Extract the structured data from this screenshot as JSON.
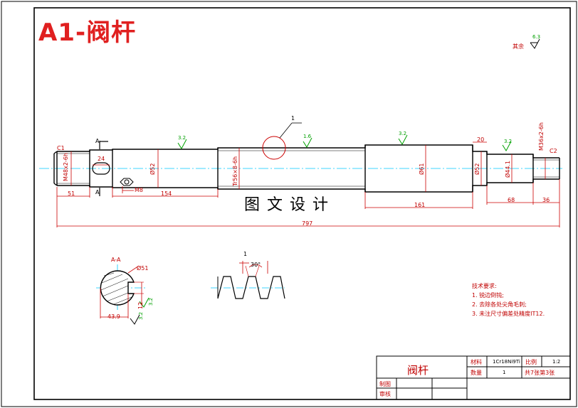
{
  "drawing": {
    "title": "A1-阀杆",
    "watermark": "图文设计",
    "surface_finish_top_right": {
      "label": "其余",
      "value": "6.3"
    },
    "colors": {
      "outline": "#000000",
      "centerline": "#00c8ff",
      "dimension": "#cc0000",
      "annotation": "#00a000",
      "title": "#e02020"
    }
  },
  "annotations": {
    "roughness_marks": [
      "3.2",
      "1.6",
      "3.2",
      "3.2"
    ],
    "leader_label": "1",
    "diameters": [
      "M48x2-6h",
      "Ø52",
      "Tr56×8-6h",
      "Ø61",
      "Ø52",
      "Ø44.1",
      "M36x2-6h"
    ],
    "chamfers": [
      "C1",
      "C2"
    ],
    "section_markers": [
      "A",
      "A"
    ],
    "thread_hole": "M8",
    "dimensions": [
      "24",
      "51",
      "154",
      "161",
      "20",
      "68",
      "36",
      "797"
    ]
  },
  "section_view": {
    "title": "A-A",
    "dims": [
      "Ø51",
      "43.9",
      "12",
      "3.2"
    ],
    "roughness": "3.2"
  },
  "thread_detail": {
    "pitch_label": "1",
    "angle": "30°"
  },
  "technical_requirements": {
    "heading": "技术要求:",
    "items": [
      "1. 锐边倒钝;",
      "2. 去除各处尖角毛刺;",
      "3. 未注尺寸偏差处精度IT12."
    ]
  },
  "title_block": {
    "part_name": "阀杆",
    "material_label": "材料",
    "material_value": "1Cr18Ni9Ti",
    "scale_label": "比例",
    "scale_value": "1:2",
    "qty_label": "数量",
    "qty_value": "1",
    "sheet_info": "共7张第3张",
    "drawn_label": "制图",
    "checked_label": "审核"
  }
}
